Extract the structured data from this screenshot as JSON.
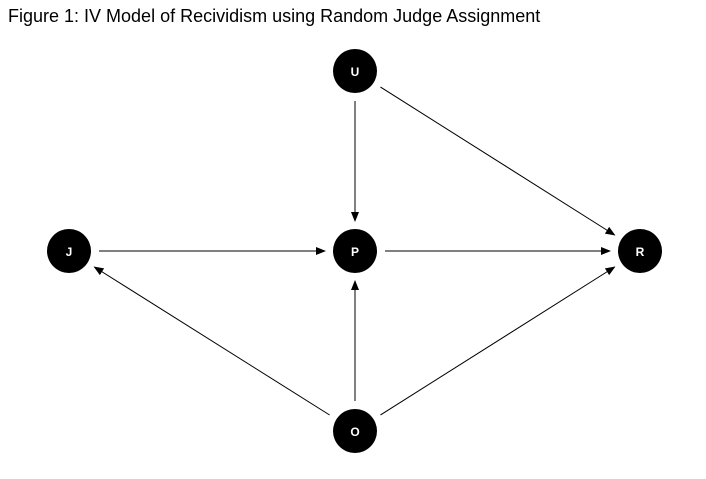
{
  "title": "Figure 1: IV Model of Recividism using Random Judge Assignment",
  "colors": {
    "node_fill": "#000000",
    "node_text": "#ffffff",
    "edge": "#000000",
    "background": "#ffffff"
  },
  "nodes": [
    {
      "id": "U",
      "label": "U"
    },
    {
      "id": "J",
      "label": "J"
    },
    {
      "id": "P",
      "label": "P"
    },
    {
      "id": "R",
      "label": "R"
    },
    {
      "id": "O",
      "label": "O"
    }
  ],
  "edges": [
    {
      "from": "U",
      "to": "P"
    },
    {
      "from": "U",
      "to": "R"
    },
    {
      "from": "J",
      "to": "P"
    },
    {
      "from": "P",
      "to": "R"
    },
    {
      "from": "O",
      "to": "J"
    },
    {
      "from": "O",
      "to": "P"
    },
    {
      "from": "O",
      "to": "R"
    }
  ]
}
